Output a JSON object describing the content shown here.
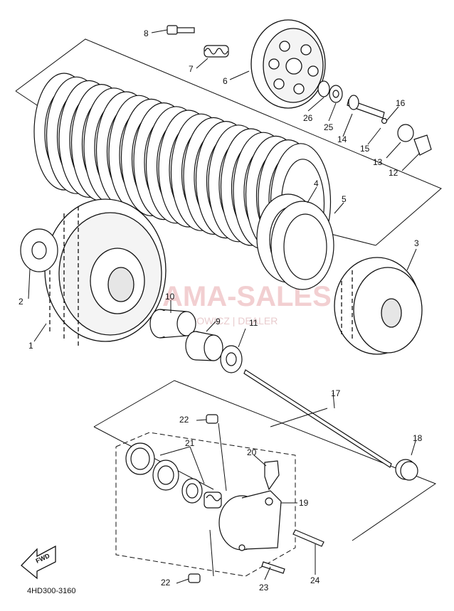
{
  "diagram": {
    "code": "4HD300-3160",
    "fwd_label": "FWD",
    "watermark": {
      "main": "YAMA-SALES",
      "sub": "ROCHOWICZ | DEALER"
    },
    "callouts": [
      {
        "id": "1",
        "label": "1"
      },
      {
        "id": "2",
        "label": "2"
      },
      {
        "id": "3",
        "label": "3"
      },
      {
        "id": "4",
        "label": "4"
      },
      {
        "id": "5",
        "label": "5"
      },
      {
        "id": "6",
        "label": "6"
      },
      {
        "id": "7",
        "label": "7"
      },
      {
        "id": "8",
        "label": "8"
      },
      {
        "id": "9",
        "label": "9"
      },
      {
        "id": "10",
        "label": "10"
      },
      {
        "id": "11",
        "label": "11"
      },
      {
        "id": "12",
        "label": "12"
      },
      {
        "id": "13",
        "label": "13"
      },
      {
        "id": "14",
        "label": "14"
      },
      {
        "id": "15",
        "label": "15"
      },
      {
        "id": "16",
        "label": "16"
      },
      {
        "id": "17",
        "label": "17"
      },
      {
        "id": "18",
        "label": "18"
      },
      {
        "id": "19",
        "label": "19"
      },
      {
        "id": "20",
        "label": "20"
      },
      {
        "id": "21",
        "label": "21"
      },
      {
        "id": "22a",
        "label": "22"
      },
      {
        "id": "22b",
        "label": "22"
      },
      {
        "id": "23",
        "label": "23"
      },
      {
        "id": "24",
        "label": "24"
      },
      {
        "id": "25",
        "label": "25"
      },
      {
        "id": "26",
        "label": "26"
      }
    ]
  }
}
